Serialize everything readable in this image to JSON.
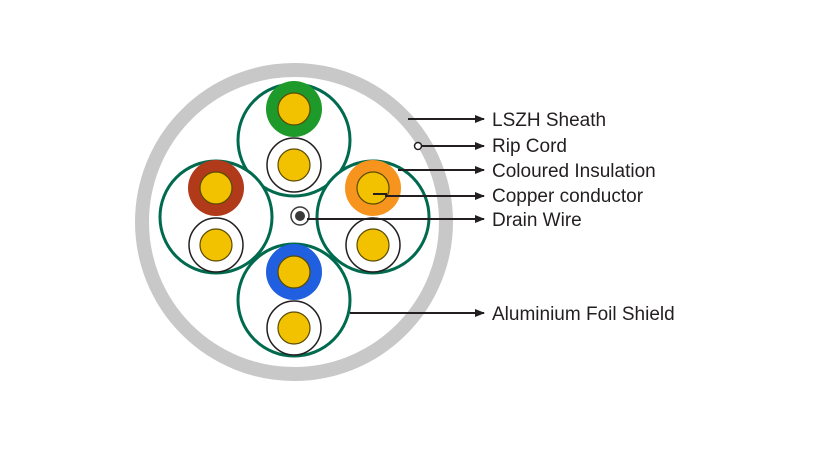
{
  "labels": {
    "sheath": "LSZH Sheath",
    "rip_cord": "Rip Cord",
    "insulation": "Coloured Insulation",
    "conductor": "Copper conductor",
    "drain_wire": "Drain Wire",
    "foil_shield": "Aluminium Foil Shield"
  },
  "colors": {
    "sheath": "#c8c8c8",
    "foil_shield": "#006a4e",
    "copper": "#f2c200",
    "copper_ring": "#5a4a00",
    "pair_colors": [
      "#1e9a2a",
      "#f7941d",
      "#1f5fe0",
      "#b03a1a"
    ],
    "white_insulation": "#ffffff",
    "drain_wire": "#3a3a3a",
    "leader_lines": "#231f20"
  }
}
